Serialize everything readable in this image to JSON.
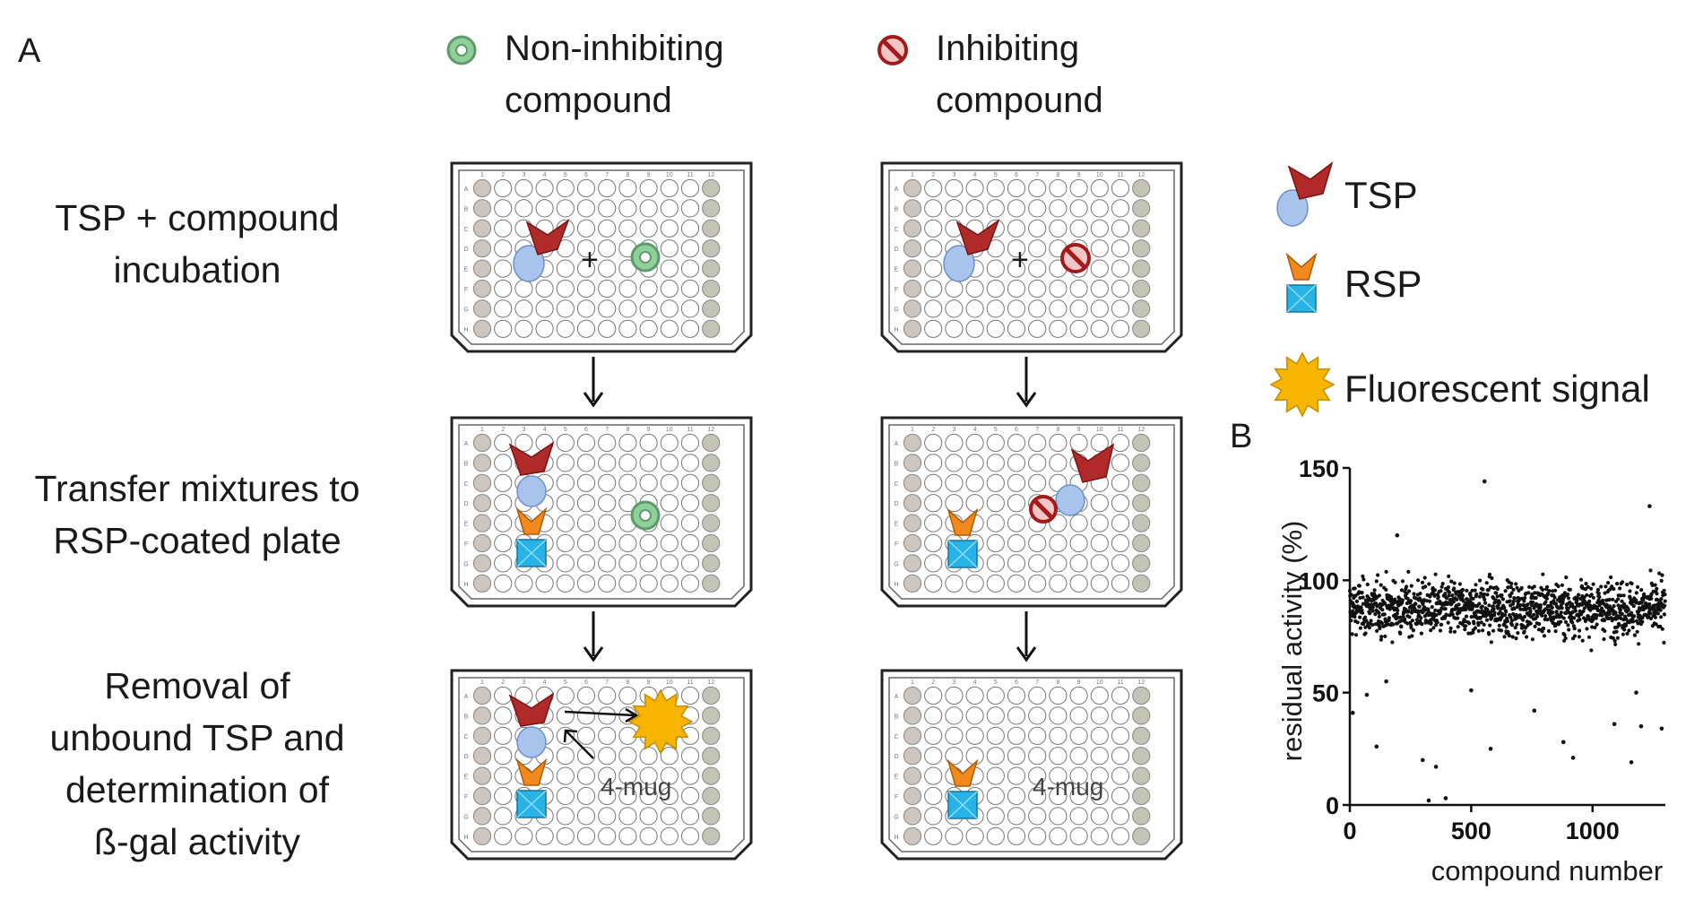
{
  "panel_a": {
    "letter": "A",
    "non_inhibiting": {
      "line1": "Non-inhibiting",
      "line2": "compound"
    },
    "inhibiting": {
      "line1": "Inhibiting",
      "line2": "compound"
    },
    "steps": [
      {
        "lines": [
          "TSP + compound",
          "incubation"
        ]
      },
      {
        "lines": [
          "Transfer mixtures to",
          "RSP-coated plate"
        ]
      },
      {
        "lines": [
          "Removal of",
          "unbound TSP and",
          "determination of",
          "ß-gal activity"
        ]
      }
    ],
    "plate": {
      "col_numbers": [
        "1",
        "2",
        "3",
        "4",
        "5",
        "6",
        "7",
        "8",
        "9",
        "10",
        "11",
        "12"
      ],
      "row_letters": [
        "A",
        "B",
        "C",
        "D",
        "E",
        "F",
        "G",
        "H"
      ]
    },
    "plus_sign": "+",
    "substrate_label": "4-mug",
    "legend": [
      {
        "name": "tsp-icon",
        "label": "TSP"
      },
      {
        "name": "rsp-icon",
        "label": "RSP"
      },
      {
        "name": "fluorescent-signal-icon",
        "label": "Fluorescent signal"
      }
    ],
    "colors": {
      "tsp_red": "#b02a2a",
      "tsp_blue": "#a9c4ec",
      "rsp_orange": "#f08a1c",
      "rsp_cyan": "#27b3e6",
      "signal_yellow": "#f7b500",
      "non_inhibit_green": "#8fcf9a",
      "inhibit_red": "#b82020"
    }
  },
  "panel_b": {
    "letter": "B",
    "chart_data": {
      "type": "scatter",
      "title": "",
      "xlabel": "compound number",
      "ylabel": "residual activity (%)",
      "xlim": [
        0,
        1300
      ],
      "ylim": [
        0,
        150
      ],
      "x_ticks": [
        0,
        500,
        1000
      ],
      "y_ticks": [
        0,
        50,
        100,
        150
      ],
      "x_tick_labels": [
        "0",
        "500",
        "1000"
      ],
      "y_tick_labels": [
        "0",
        "50",
        "100",
        "150"
      ],
      "grid": false,
      "n_points": 1300,
      "typical_range": [
        70,
        105
      ],
      "outliers": [
        {
          "x": 12,
          "y": 41
        },
        {
          "x": 70,
          "y": 49
        },
        {
          "x": 110,
          "y": 26
        },
        {
          "x": 150,
          "y": 55
        },
        {
          "x": 195,
          "y": 120
        },
        {
          "x": 300,
          "y": 20
        },
        {
          "x": 325,
          "y": 2
        },
        {
          "x": 355,
          "y": 17
        },
        {
          "x": 395,
          "y": 3
        },
        {
          "x": 500,
          "y": 51
        },
        {
          "x": 555,
          "y": 144
        },
        {
          "x": 580,
          "y": 25
        },
        {
          "x": 760,
          "y": 42
        },
        {
          "x": 880,
          "y": 28
        },
        {
          "x": 920,
          "y": 21
        },
        {
          "x": 1090,
          "y": 36
        },
        {
          "x": 1160,
          "y": 19
        },
        {
          "x": 1180,
          "y": 50
        },
        {
          "x": 1200,
          "y": 35
        },
        {
          "x": 1235,
          "y": 133
        },
        {
          "x": 1285,
          "y": 34
        }
      ]
    }
  }
}
